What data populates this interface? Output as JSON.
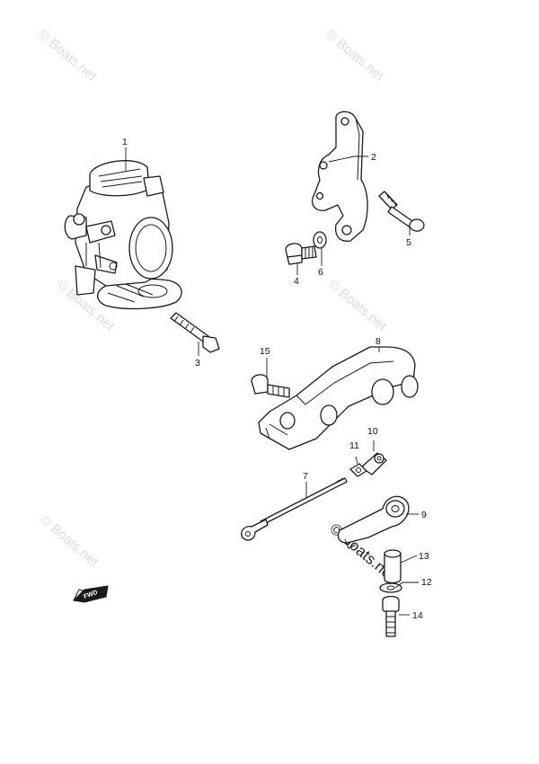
{
  "watermark": {
    "text": "© Boats.net"
  },
  "direction_marker": {
    "label": "FWD"
  },
  "callouts": [
    {
      "id": "1",
      "label": "1"
    },
    {
      "id": "2",
      "label": "2"
    },
    {
      "id": "3",
      "label": "3"
    },
    {
      "id": "4",
      "label": "4"
    },
    {
      "id": "5",
      "label": "5"
    },
    {
      "id": "6",
      "label": "6"
    },
    {
      "id": "7",
      "label": "7"
    },
    {
      "id": "8",
      "label": "8"
    },
    {
      "id": "9",
      "label": "9"
    },
    {
      "id": "10",
      "label": "10"
    },
    {
      "id": "11",
      "label": "11"
    },
    {
      "id": "12",
      "label": "12"
    },
    {
      "id": "13",
      "label": "13"
    },
    {
      "id": "14",
      "label": "14"
    },
    {
      "id": "15",
      "label": "15"
    }
  ]
}
